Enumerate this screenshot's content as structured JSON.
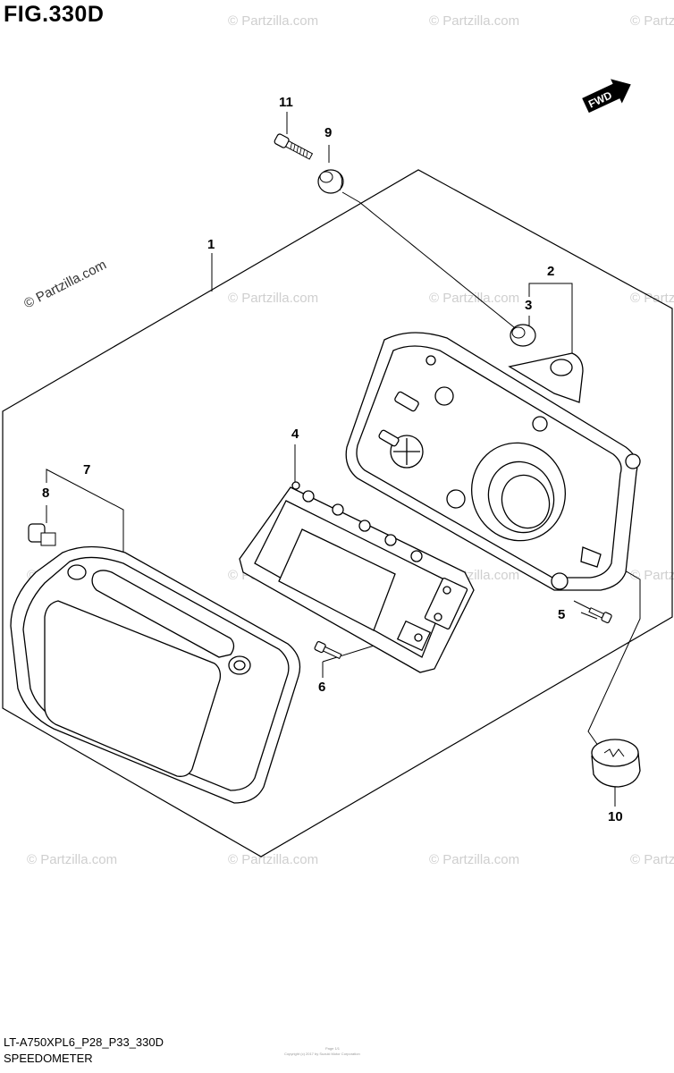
{
  "figure": {
    "title": "FIG.330D",
    "model_code": "LT-A750XPL6_P28_P33_330D",
    "section_name": "SPEEDOMETER",
    "fine_print_1": "Copyright (c) 2017 by Suzuki Motor Corporation",
    "fine_print_2": "Page 1/1"
  },
  "direction_badge": {
    "label": "FWD"
  },
  "watermark": {
    "text": "© Partzilla.com"
  },
  "callouts": {
    "c1": "1",
    "c2": "2",
    "c3": "3",
    "c4": "4",
    "c5": "5",
    "c6": "6",
    "c7": "7",
    "c8": "8",
    "c9": "9",
    "c10": "10",
    "c11": "11"
  },
  "colors": {
    "line": "#000000",
    "watermark": "#cfcfcf",
    "background": "#ffffff"
  },
  "icons": [
    "fwd-arrow-icon"
  ]
}
